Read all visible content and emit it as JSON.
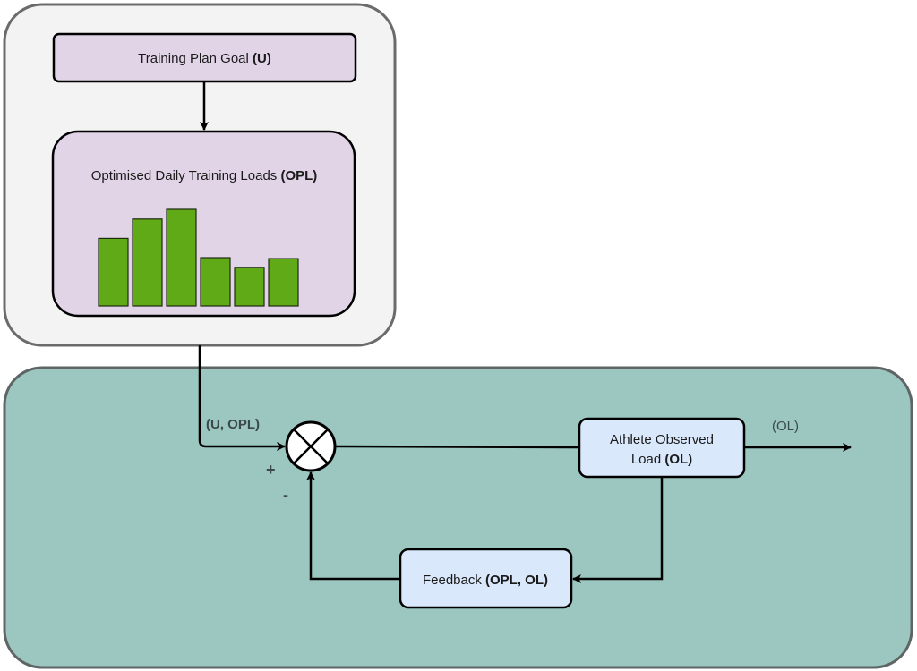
{
  "colors": {
    "top_panel_fill": "#f3f3f3",
    "top_panel_stroke": "#6b6b6b",
    "bottom_panel_fill": "#9cc7c1",
    "bottom_panel_stroke": "#5f6565",
    "purple_box_fill": "#e1d4e7",
    "blue_box_fill": "#dae8fc",
    "bar_fill": "#60a917",
    "line": "#000000"
  },
  "planner": {
    "goal_box": {
      "text": "Training Plan Goal ",
      "bold": "(U)"
    },
    "loads_box": {
      "text": "Optimised Daily Training Loads ",
      "bold": "(OPL)"
    },
    "loads_chart": {
      "type": "bar",
      "values": [
        0.7,
        0.9,
        1.0,
        0.5,
        0.4,
        0.49
      ],
      "note": "relative daily loads (unlabelled, relative to tallest bar)"
    }
  },
  "controller": {
    "input_label": "(U, OPL)",
    "plus_sign": "+",
    "minus_sign": "-",
    "summing_junction": "comparator",
    "athlete_box": {
      "line1": "Athlete Observed",
      "line2_text": "Load ",
      "line2_bold": "(OL)"
    },
    "output_label": "(OL)",
    "feedback_box": {
      "text": "Feedback ",
      "bold": "(OPL, OL)"
    }
  }
}
